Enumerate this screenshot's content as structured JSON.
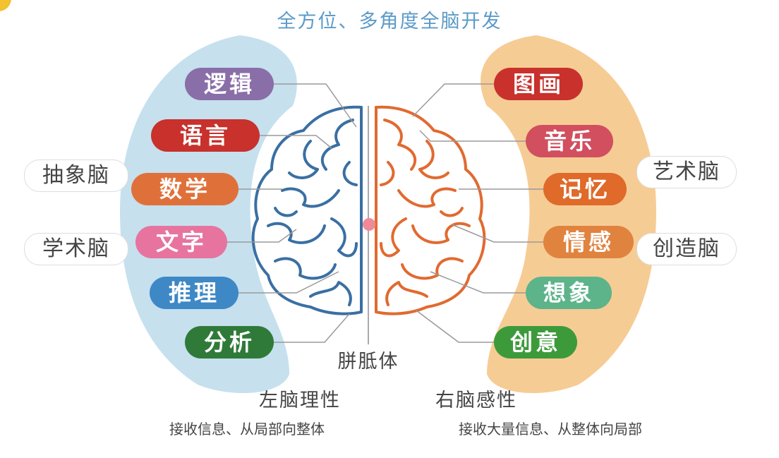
{
  "title": "全方位、多角度全脑开发",
  "left_items": [
    {
      "label": "逻辑",
      "color": "#8a6ea8"
    },
    {
      "label": "语言",
      "color": "#c8312c"
    },
    {
      "label": "数学",
      "color": "#e0703a"
    },
    {
      "label": "文字",
      "color": "#e7749f"
    },
    {
      "label": "推理",
      "color": "#3e88c6"
    },
    {
      "label": "分析",
      "color": "#2f7a38"
    }
  ],
  "right_items": [
    {
      "label": "图画",
      "color": "#c8312c"
    },
    {
      "label": "音乐",
      "color": "#d14f5e"
    },
    {
      "label": "记忆",
      "color": "#df6a2a"
    },
    {
      "label": "情感",
      "color": "#e0833f"
    },
    {
      "label": "想象",
      "color": "#5db38a"
    },
    {
      "label": "创意",
      "color": "#3d9a3b"
    }
  ],
  "left_side_labels": [
    "抽象脑",
    "学术脑"
  ],
  "right_side_labels": [
    "艺术脑",
    "创造脑"
  ],
  "center_label": "胼胝体",
  "left_caption": "左脑理性",
  "left_sub": "接收信息、从局部向整体",
  "right_caption": "右脑感性",
  "right_sub": "接收大量信息、从整体向局部",
  "colors": {
    "left_band": "#c6e0ee",
    "right_band": "#f6cc95",
    "left_brain": "#3a6fa3",
    "right_brain": "#e16a30",
    "center_dot": "#f08a96"
  }
}
